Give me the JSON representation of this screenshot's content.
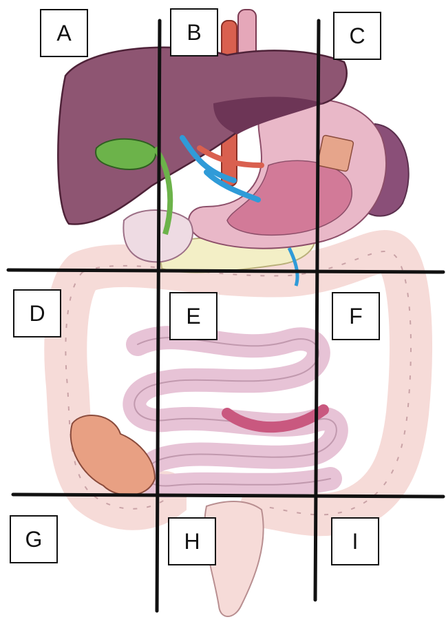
{
  "labels": {
    "a": "A",
    "b": "B",
    "c": "C",
    "d": "D",
    "e": "E",
    "f": "F",
    "g": "G",
    "h": "H",
    "i": "I"
  },
  "colors": {
    "liver": "#8e5572",
    "liver_dark": "#6d3556",
    "gallbladder": "#6cb34a",
    "aorta": "#d9604f",
    "vein": "#2f9bd8",
    "stomach": "#e9b8c8",
    "stomach_lining": "#d27a98",
    "colon": "#f6dbd8",
    "small_intestine": "#e7c3d6",
    "cecum": "#e8a083",
    "spleen": "#8a4f78",
    "pancreas": "#f3efc6",
    "grid_line": "#111111"
  }
}
